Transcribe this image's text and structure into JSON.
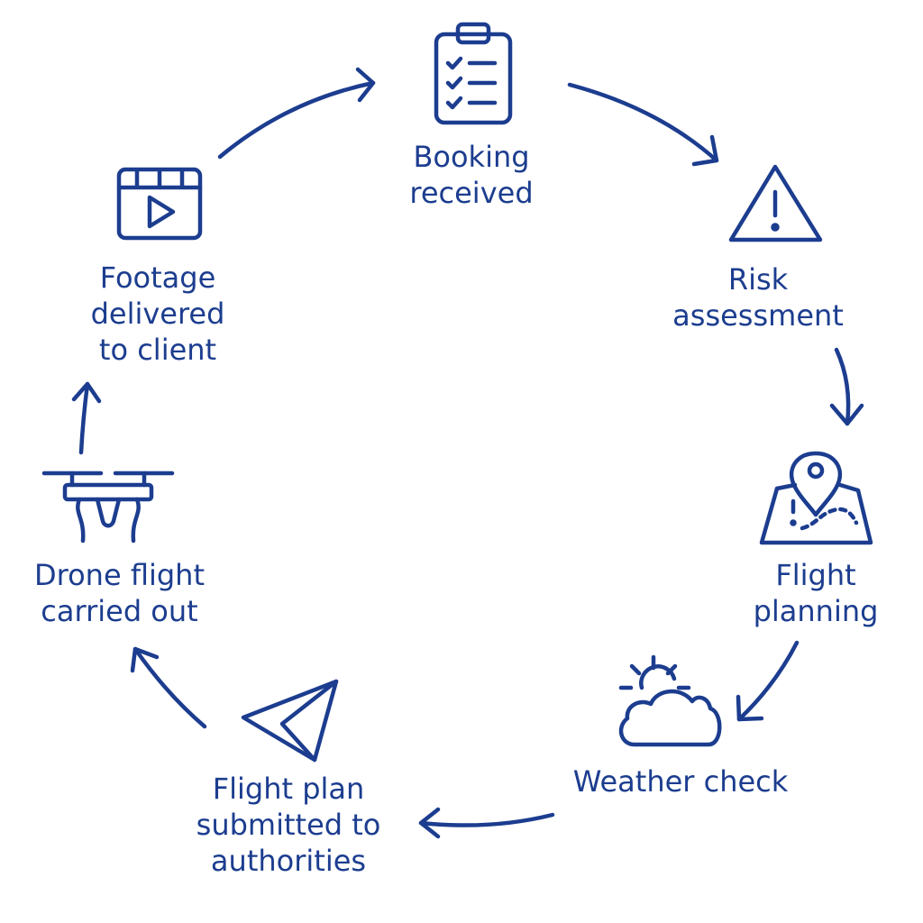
{
  "diagram": {
    "accent_color": "#1c3d8f",
    "background_color": "#ffffff",
    "steps": [
      {
        "icon": "clipboard-checklist-icon",
        "label_lines": [
          "Booking",
          "received"
        ]
      },
      {
        "icon": "warning-triangle-icon",
        "label_lines": [
          "Risk",
          "assessment"
        ]
      },
      {
        "icon": "map-pin-icon",
        "label_lines": [
          "Flight",
          "planning"
        ]
      },
      {
        "icon": "sun-cloud-icon",
        "label_lines": [
          "Weather check"
        ]
      },
      {
        "icon": "paper-plane-icon",
        "label_lines": [
          "Flight plan",
          "submitted to",
          "authorities"
        ]
      },
      {
        "icon": "drone-icon",
        "label_lines": [
          "Drone flight",
          "carried out"
        ]
      },
      {
        "icon": "video-player-icon",
        "label_lines": [
          "Footage",
          "delivered",
          "to client"
        ]
      }
    ]
  }
}
